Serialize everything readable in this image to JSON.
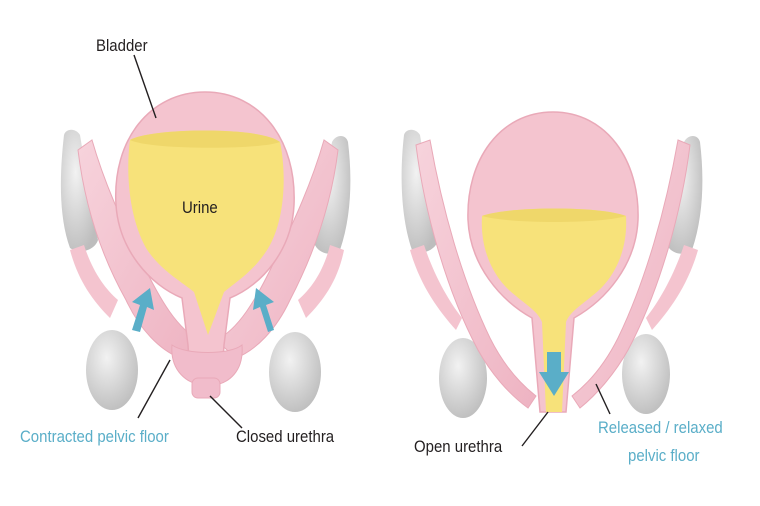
{
  "labels": {
    "bladder": "Bladder",
    "urine": "Urine",
    "contracted": "Contracted pelvic floor",
    "closed_urethra": "Closed urethra",
    "open_urethra": "Open urethra",
    "released_line1": "Released / relaxed",
    "released_line2": "pelvic floor"
  },
  "colors": {
    "tissue": "#f4c4cf",
    "tissue_edge": "#e9a9b8",
    "urine": "#f7e27a",
    "bone": "#d9d9d9",
    "arrow": "#5aaec8",
    "text": "#231f20"
  }
}
